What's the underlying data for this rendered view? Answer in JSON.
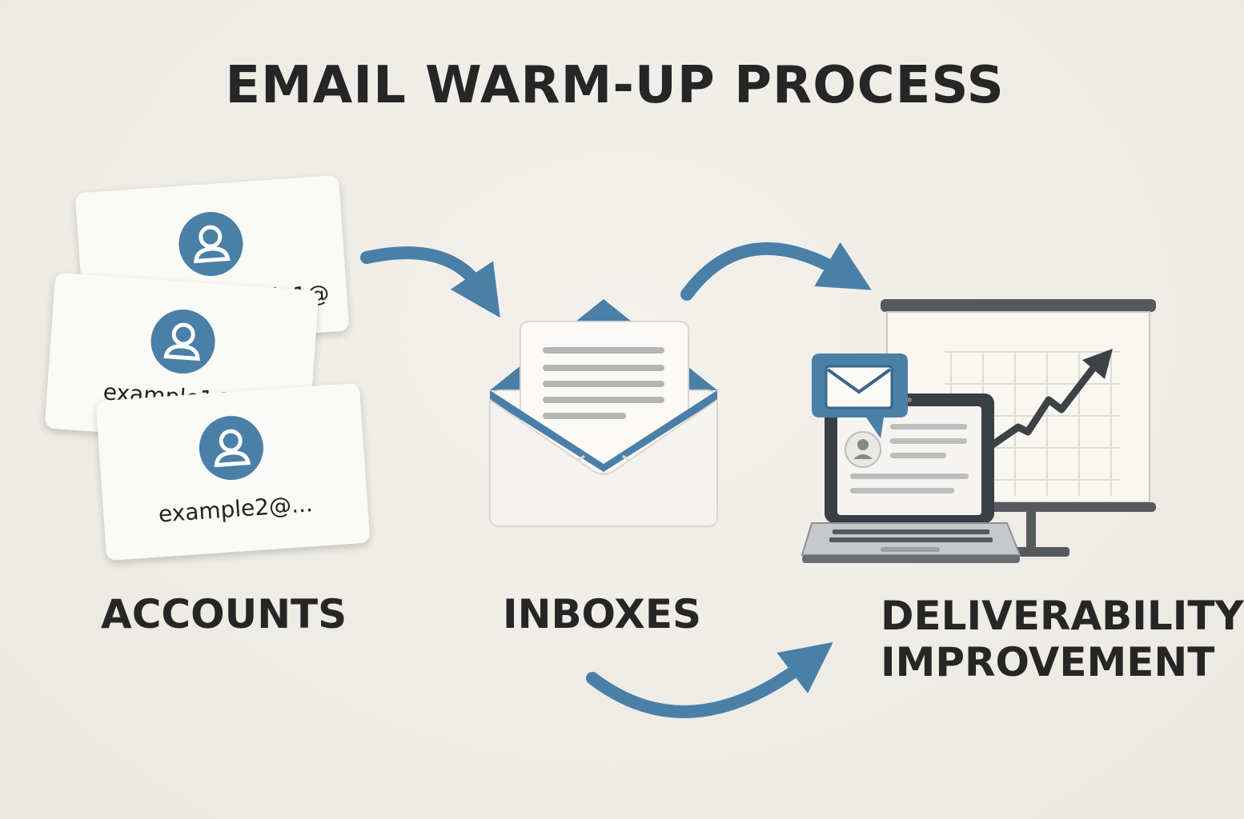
{
  "title": "EMAIL WARM-UP PROCESS",
  "labels": {
    "accounts": "ACCOUNTS",
    "inboxes": "INBOXES",
    "deliverability_line1": "DELIVERABILITY",
    "deliverability_line2": "IMPROVEMENT"
  },
  "cards": {
    "back_email": "example1@",
    "middle_email": "example1@",
    "front_email": "example2@..."
  },
  "colors": {
    "accent": "#4a7fa8",
    "text": "#262626",
    "background": "#eeece7",
    "card": "#fafaf6",
    "dark": "#3a3f45"
  },
  "icons": [
    "user-avatar-icon",
    "envelope-icon",
    "arrow-icon",
    "laptop-icon",
    "chart-board-icon",
    "mail-bubble-icon"
  ]
}
